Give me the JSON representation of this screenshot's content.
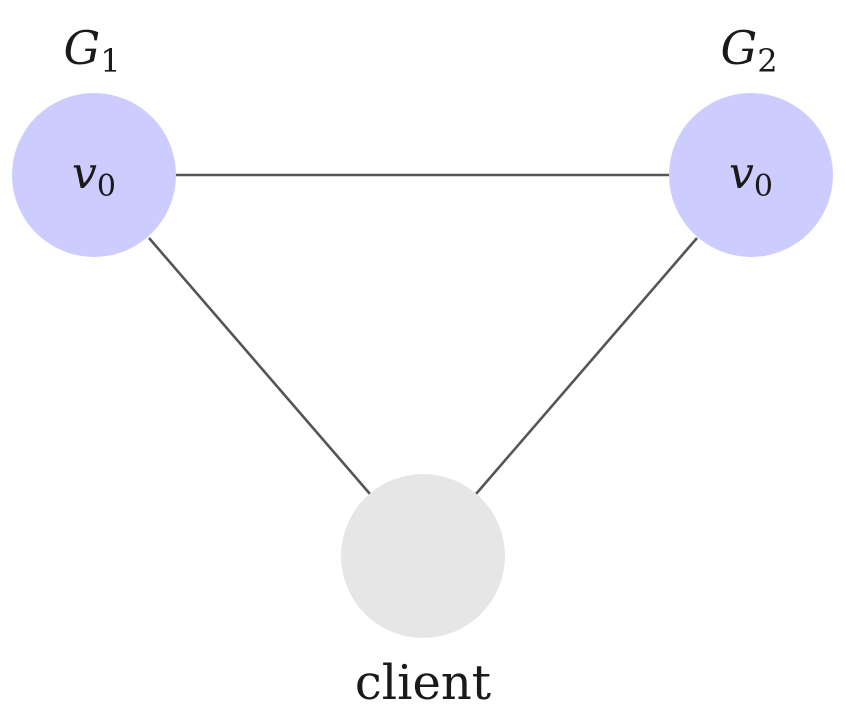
{
  "nodes": {
    "g1": {
      "group_label": "G",
      "group_sub": "1",
      "inner_label": "v",
      "inner_sub": "0",
      "fill": "#ccccff"
    },
    "g2": {
      "group_label": "G",
      "group_sub": "2",
      "inner_label": "v",
      "inner_sub": "0",
      "fill": "#ccccff"
    },
    "client": {
      "label": "client",
      "fill": "#e6e6e6"
    }
  },
  "edges": [
    {
      "from": "g1",
      "to": "g2"
    },
    {
      "from": "g1",
      "to": "client"
    },
    {
      "from": "g2",
      "to": "client"
    }
  ],
  "colors": {
    "edge": "#555555"
  }
}
